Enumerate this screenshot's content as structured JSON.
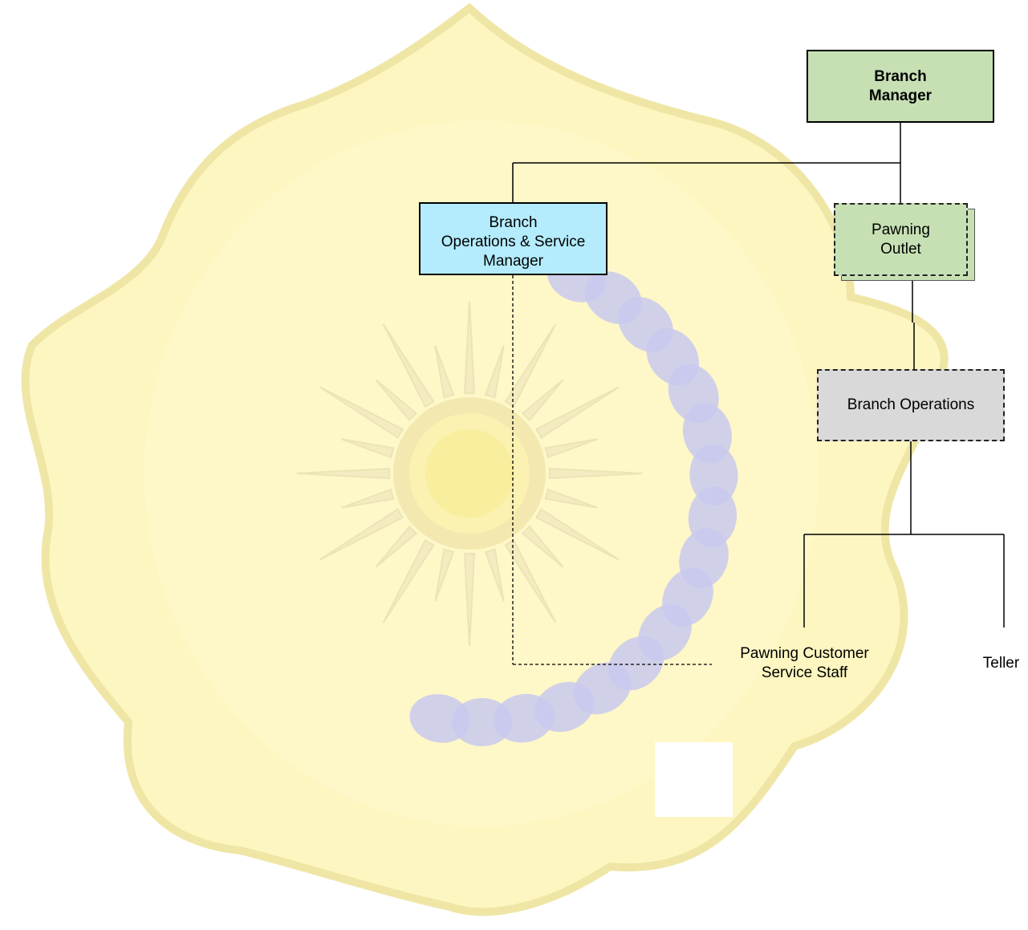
{
  "colors": {
    "branch_manager_fill": "#c6e0b4",
    "ops_service_manager_fill": "#b4ecfd",
    "pawning_outlet_fill": "#c6e0b4",
    "branch_operations_fill": "#d9d9d9",
    "watermark_yellow": "#fdf6c0",
    "watermark_emblem_blue": "#c9c9ee"
  },
  "org_chart": {
    "branch_manager": {
      "line1": "Branch",
      "line2": "Manager"
    },
    "ops_service_manager": {
      "line1": "Branch",
      "line2": "Operations & Service",
      "line3": "Manager"
    },
    "pawning_outlet": {
      "line1": "Pawning",
      "line2": "Outlet"
    },
    "branch_operations": {
      "label": "Branch Operations"
    },
    "pawning_customer_service_staff": {
      "line1": "Pawning Customer",
      "line2": "Service Staff"
    },
    "teller": {
      "label": "Teller"
    }
  },
  "watermark": {
    "icon": "university-seal-watermark-icon"
  }
}
